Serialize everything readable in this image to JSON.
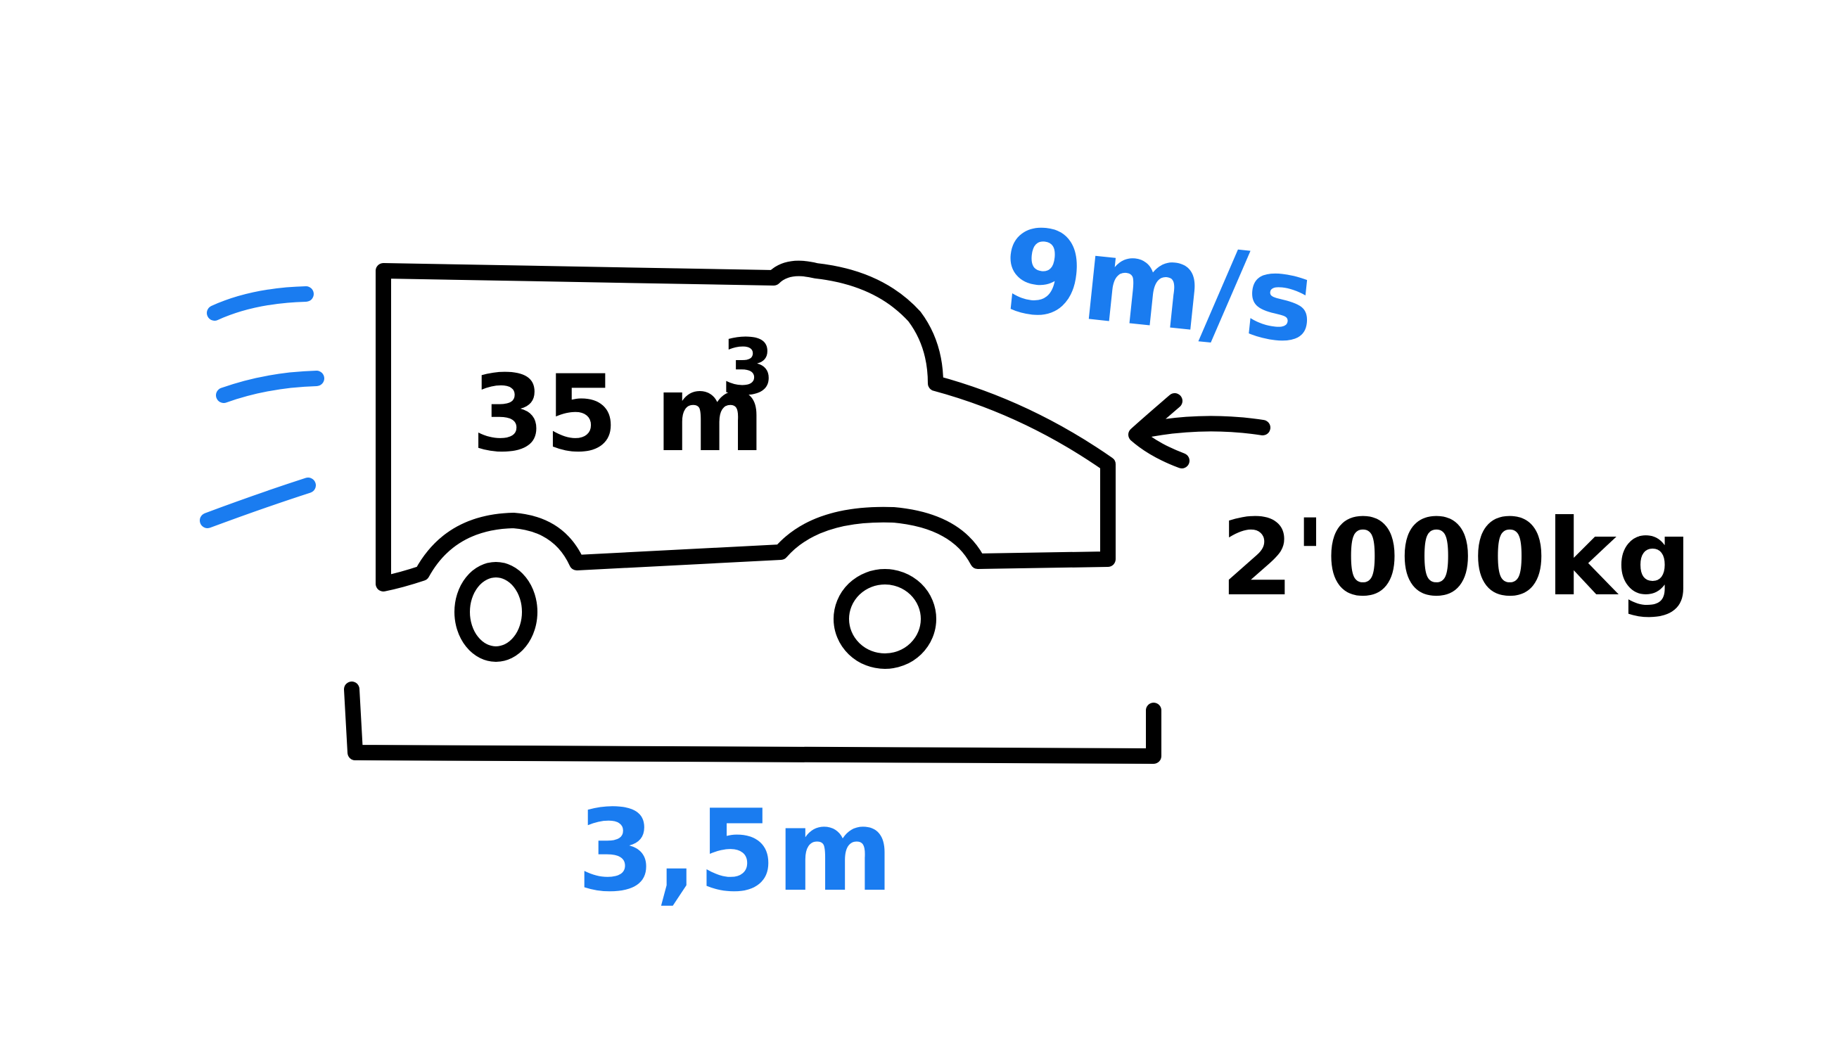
{
  "diagram": {
    "cargo_volume": "35 m",
    "cargo_volume_exponent": "3",
    "speed": "9m/s",
    "mass": "2'000kg",
    "length": "3,5m"
  },
  "colors": {
    "ink": "#000000",
    "accent": "#1a7cf0",
    "background": "#ffffff"
  },
  "icons": {
    "vehicle": "van-icon",
    "motion": "speed-lines-icon",
    "pointer": "arrow-left-icon",
    "dimension": "dimension-bracket-icon"
  }
}
